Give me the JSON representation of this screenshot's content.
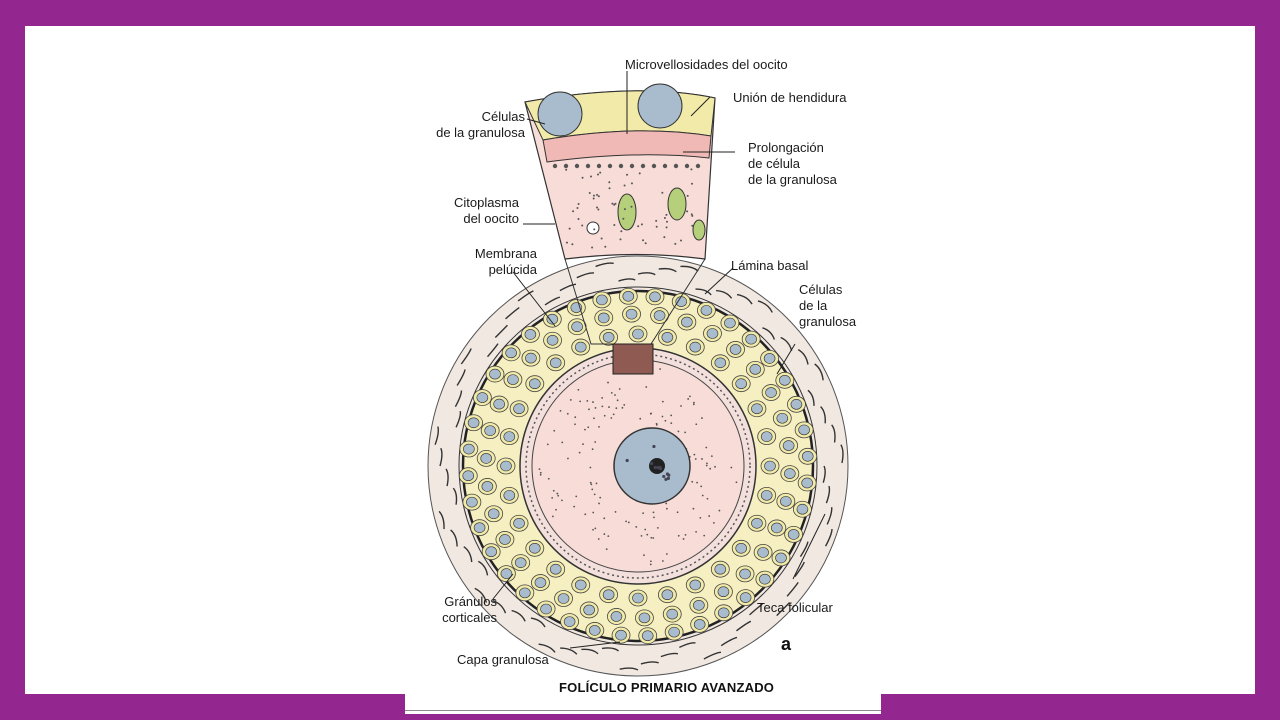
{
  "figure": {
    "labels": {
      "microvellosidades": "Microvellosidades del oocito",
      "union_hendidura": "Unión de hendidura",
      "celulas_granulosa_top": "Células\nde la granulosa",
      "prolongacion": "Prolongación\nde célula\nde la granulosa",
      "citoplasma": "Citoplasma\ndel oocito",
      "membrana_pelucida": "Membrana\npelúcida",
      "lamina_basal": "Lámina basal",
      "celulas_granulosa_right": "Células\nde la\ngranulosa",
      "granulos_corticales": "Gránulos\ncorticales",
      "teca_folicular": "Teca folicular",
      "capa_granulosa": "Capa granulosa"
    },
    "panel_letter": "a",
    "title": "FOLÍCULO PRIMARIO AVANZADO"
  },
  "colors": {
    "frame": "#93268f",
    "granulosa_cell": "#f2eaa8",
    "ooplasm": "#f4d6d1",
    "nucleus": "#a9bccd",
    "theca": "#efe4de"
  }
}
